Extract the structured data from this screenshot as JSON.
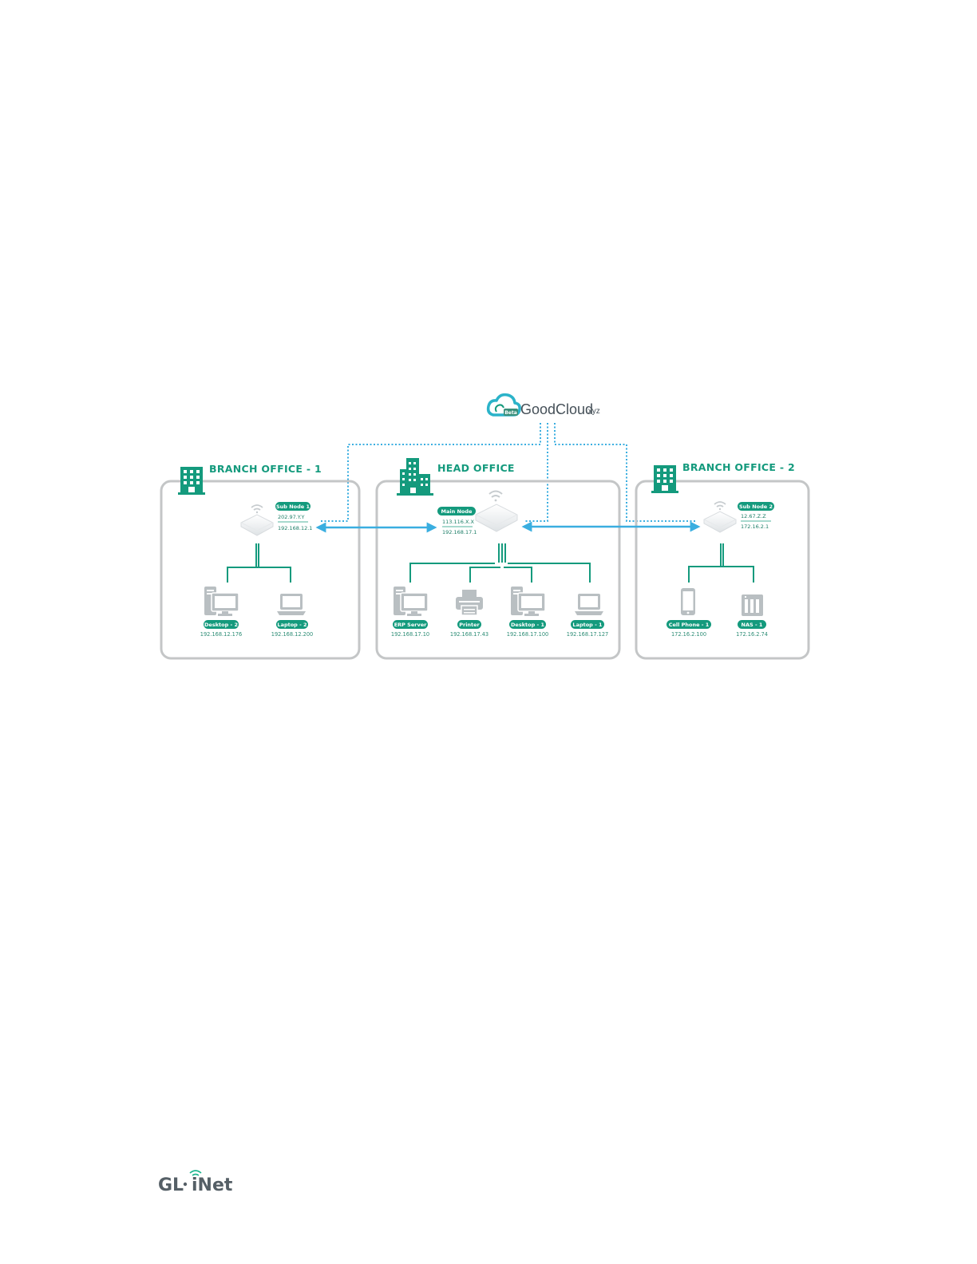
{
  "cloud": {
    "name": "GoodCloud",
    "suffix": ".xyz",
    "badge": "Beta"
  },
  "offices": {
    "branch1": {
      "title": "BRANCH OFFICE - 1",
      "node": {
        "label": "Sub Node 1",
        "wan_ip": "202.97.Y.Y",
        "lan_ip": "192.168.12.1"
      },
      "devices": [
        {
          "label": "Desktop - 2",
          "ip": "192.168.12.176",
          "icon": "desktop-icon"
        },
        {
          "label": "Laptop - 2",
          "ip": "192.168.12.200",
          "icon": "laptop-icon"
        }
      ]
    },
    "head": {
      "title": "HEAD OFFICE",
      "node": {
        "label": "Main Node",
        "wan_ip": "113.116.X.X",
        "lan_ip": "192.168.17.1"
      },
      "devices": [
        {
          "label": "ERP Server",
          "ip": "192.168.17.10",
          "icon": "server-icon"
        },
        {
          "label": "Printer",
          "ip": "192.168.17.43",
          "icon": "printer-icon"
        },
        {
          "label": "Desktop - 1",
          "ip": "192.168.17.100",
          "icon": "desktop-icon"
        },
        {
          "label": "Laptop - 1",
          "ip": "192.168.17.127",
          "icon": "laptop-icon"
        }
      ]
    },
    "branch2": {
      "title": "BRANCH OFFICE - 2",
      "node": {
        "label": "Sub Node 2",
        "wan_ip": "12.67.Z.Z",
        "lan_ip": "172.16.2.1"
      },
      "devices": [
        {
          "label": "Cell Phone - 1",
          "ip": "172.16.2.100",
          "icon": "phone-icon"
        },
        {
          "label": "NAS - 1",
          "ip": "172.16.2.74",
          "icon": "nas-icon"
        }
      ]
    }
  },
  "footer": {
    "brand_left": "GL",
    "brand_right": "iNet"
  },
  "colors": {
    "accent": "#149a7d",
    "link": "#3aaee0",
    "box": "#bcbcbc",
    "device": "#b9bfc2"
  }
}
